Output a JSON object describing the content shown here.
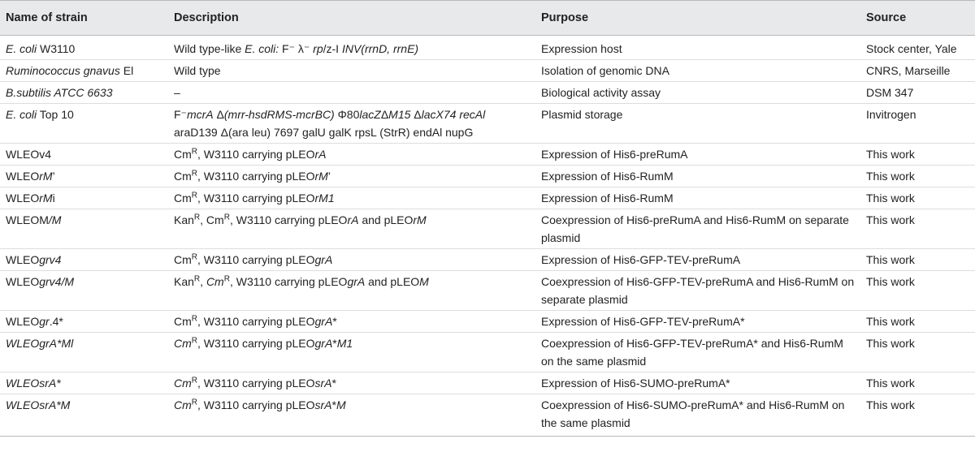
{
  "table": {
    "headers": [
      "Name of strain",
      "Description",
      "Purpose",
      "Source"
    ],
    "rows": [
      {
        "name": [
          {
            "t": "E. coli",
            "i": true
          },
          {
            "t": " W3110"
          }
        ],
        "description": [
          {
            "t": "Wild type-like "
          },
          {
            "t": "E. coli:",
            "i": true
          },
          {
            "t": " F⁻ λ⁻ "
          },
          {
            "t": "rp",
            "i": true
          },
          {
            "t": "/z-I "
          },
          {
            "t": "INV(rrnD, rrnE)",
            "i": true
          }
        ],
        "purpose": "Expression host",
        "source": "Stock center, Yale"
      },
      {
        "name": [
          {
            "t": "Ruminococcus gnavus",
            "i": true
          },
          {
            "t": " El"
          }
        ],
        "description": [
          {
            "t": "Wild type"
          }
        ],
        "purpose": "Isolation of genomic DNA",
        "source": "CNRS, Marseille"
      },
      {
        "name": [
          {
            "t": "B.subtilis ATCC 6633",
            "i": true
          }
        ],
        "description": [
          {
            "t": "–"
          }
        ],
        "purpose": "Biological activity assay",
        "source": "DSM 347"
      },
      {
        "name": [
          {
            "t": "E. coli",
            "i": true
          },
          {
            "t": " Top 10"
          }
        ],
        "description": [
          {
            "t": "F⁻"
          },
          {
            "t": "mcrA",
            "i": true
          },
          {
            "t": " Δ"
          },
          {
            "t": "(mrr-hsdRMS-mcrBC)",
            "i": true
          },
          {
            "t": " Φ80"
          },
          {
            "t": "lacZ",
            "i": true
          },
          {
            "t": "Δ"
          },
          {
            "t": "M15",
            "i": true
          },
          {
            "t": " Δ"
          },
          {
            "t": "lacX74",
            "i": true
          },
          {
            "t": " "
          },
          {
            "t": "recAl",
            "i": true
          },
          {
            "t": " araD139 Δ(ara leu) 7697 galU galK rpsL (StrR) endAl nupG"
          }
        ],
        "purpose": "Plasmid storage",
        "source": "Invitrogen"
      },
      {
        "name": [
          {
            "t": "WLEOv4"
          }
        ],
        "description": [
          {
            "t": "Cm"
          },
          {
            "t": "R",
            "s": true
          },
          {
            "t": ", W3110 carrying pLEO"
          },
          {
            "t": "rA",
            "i": true
          }
        ],
        "purpose": "Expression of His6-preRumA",
        "source": "This work"
      },
      {
        "name": [
          {
            "t": "WLEO"
          },
          {
            "t": "rM",
            "i": true
          },
          {
            "t": "’"
          }
        ],
        "description": [
          {
            "t": "Cm"
          },
          {
            "t": "R",
            "s": true
          },
          {
            "t": ", W3110 carrying pLEO"
          },
          {
            "t": "rM",
            "i": true
          },
          {
            "t": "’"
          }
        ],
        "purpose": "Expression of His6-RumM",
        "source": "This work"
      },
      {
        "name": [
          {
            "t": "WLEO"
          },
          {
            "t": "rM",
            "i": true
          },
          {
            "t": "i"
          }
        ],
        "description": [
          {
            "t": "Cm"
          },
          {
            "t": "R",
            "s": true
          },
          {
            "t": ", W3110 carrying pLEO"
          },
          {
            "t": "rM1",
            "i": true
          }
        ],
        "purpose": "Expression of His6-RumM",
        "source": "This work"
      },
      {
        "name": [
          {
            "t": "WLEOM"
          },
          {
            "t": "/M",
            "i": true
          }
        ],
        "description": [
          {
            "t": "Kan"
          },
          {
            "t": "R",
            "s": true
          },
          {
            "t": ", Cm"
          },
          {
            "t": "R",
            "s": true
          },
          {
            "t": ", W3110 carrying pLEO"
          },
          {
            "t": "rA",
            "i": true
          },
          {
            "t": " and pLEO"
          },
          {
            "t": "rM",
            "i": true
          }
        ],
        "purpose": "Coexpression of His6-preRumA and His6-RumM on separate plasmid",
        "source": "This work"
      },
      {
        "name": [
          {
            "t": "WLEO"
          },
          {
            "t": "grv4",
            "i": true
          }
        ],
        "description": [
          {
            "t": "Cm"
          },
          {
            "t": "R",
            "s": true
          },
          {
            "t": ", W3110 carrying pLEO"
          },
          {
            "t": "grA",
            "i": true
          }
        ],
        "purpose": "Expression of His6-GFP-TEV-preRumA",
        "source": "This work"
      },
      {
        "name": [
          {
            "t": "WLEO"
          },
          {
            "t": "grv4/M",
            "i": true
          }
        ],
        "description": [
          {
            "t": "Kan"
          },
          {
            "t": "R",
            "s": true
          },
          {
            "t": ", "
          },
          {
            "t": "Cm",
            "i": true
          },
          {
            "t": "R",
            "s": true
          },
          {
            "t": ", W3110 carrying pLEO"
          },
          {
            "t": "grA",
            "i": true
          },
          {
            "t": " and pLEO"
          },
          {
            "t": "M",
            "i": true
          }
        ],
        "purpose": "Coexpression of His6-GFP-TEV-preRumA and His6-RumM on separate plasmid",
        "source": "This work"
      },
      {
        "name": [
          {
            "t": "WLEO"
          },
          {
            "t": "gr",
            "i": true
          },
          {
            "t": ".4*"
          }
        ],
        "description": [
          {
            "t": "Cm"
          },
          {
            "t": "R",
            "s": true
          },
          {
            "t": ", W3110 carrying pLEO"
          },
          {
            "t": "grA",
            "i": true
          },
          {
            "t": "*"
          }
        ],
        "purpose": "Expression of His6-GFP-TEV-preRumA*",
        "source": "This work"
      },
      {
        "name": [
          {
            "t": "WLEOgrA*Ml",
            "i": true
          }
        ],
        "description": [
          {
            "t": "Cm",
            "i": true
          },
          {
            "t": "R",
            "s": true
          },
          {
            "t": ", W3110 carrying pLEO"
          },
          {
            "t": "grA",
            "i": true
          },
          {
            "t": "*"
          },
          {
            "t": "M1",
            "i": true
          }
        ],
        "purpose": "Coexpression of His6-GFP-TEV-preRumA* and His6-RumM on the same plasmid",
        "source": "This work"
      },
      {
        "name": [
          {
            "t": "WLEOsrA*",
            "i": true
          }
        ],
        "description": [
          {
            "t": "Cm",
            "i": true
          },
          {
            "t": "R",
            "s": true
          },
          {
            "t": ", W3110 carrying pLEO"
          },
          {
            "t": "srA",
            "i": true
          },
          {
            "t": "*"
          }
        ],
        "purpose": "Expression of His6-SUMO-preRumA*",
        "source": "This work"
      },
      {
        "name": [
          {
            "t": "WLEOsrA*M",
            "i": true
          }
        ],
        "description": [
          {
            "t": "Cm",
            "i": true
          },
          {
            "t": "R",
            "s": true
          },
          {
            "t": ", W3110 carrying pLEO"
          },
          {
            "t": "srA",
            "i": true
          },
          {
            "t": "*"
          },
          {
            "t": "M",
            "i": true
          }
        ],
        "purpose": "Coexpression of His6-SUMO-preRumA* and His6-RumM on the same plasmid",
        "source": "This work"
      }
    ]
  }
}
